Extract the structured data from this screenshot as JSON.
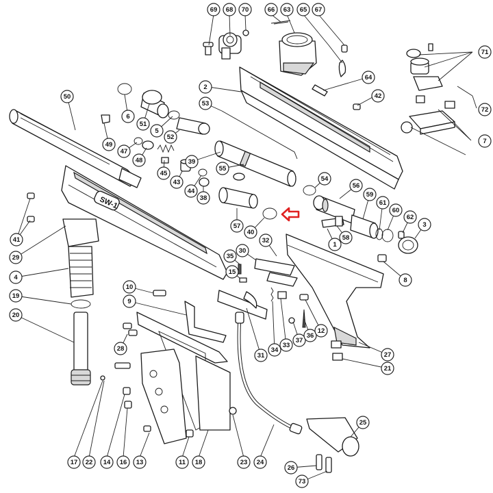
{
  "diagram": {
    "marker_label": "SW-1",
    "highlight_color": "#e02020",
    "line_color": "#1a1a1a",
    "parts": [
      "69",
      "68",
      "70",
      "66",
      "63",
      "65",
      "67",
      "71",
      "2",
      "64",
      "42",
      "72",
      "53",
      "7",
      "6",
      "51",
      "5",
      "50",
      "52",
      "49",
      "47",
      "48",
      "45",
      "43",
      "44",
      "38",
      "39",
      "55",
      "54",
      "56",
      "59",
      "61",
      "60",
      "62",
      "3",
      "41",
      "40",
      "57",
      "58",
      "1",
      "29",
      "30",
      "32",
      "35",
      "15",
      "8",
      "4",
      "10",
      "19",
      "9",
      "20",
      "28",
      "31",
      "34",
      "33",
      "37",
      "36",
      "12",
      "27",
      "21",
      "22",
      "17",
      "14",
      "16",
      "13",
      "11",
      "18",
      "23",
      "24",
      "25",
      "26",
      "73"
    ]
  }
}
